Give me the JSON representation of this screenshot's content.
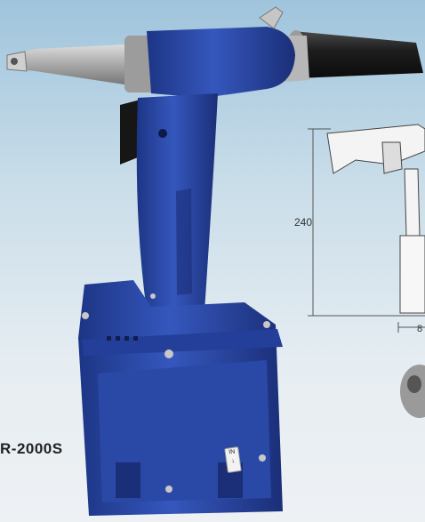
{
  "photo": {
    "subject": "pneumatic-rivet-gun",
    "colors": {
      "body": "#2b4aa8",
      "body_shadow": "#1a2f7a",
      "nozzle": "#b9b9b9",
      "hose": "#1c1c1c",
      "background_top": "#9fc4dc",
      "background_bottom": "#eef1f4"
    }
  },
  "labels": {
    "model": "R-2000S",
    "dimension_height": "240",
    "dimension_width_partial": "8",
    "air_inlet": "IN"
  }
}
